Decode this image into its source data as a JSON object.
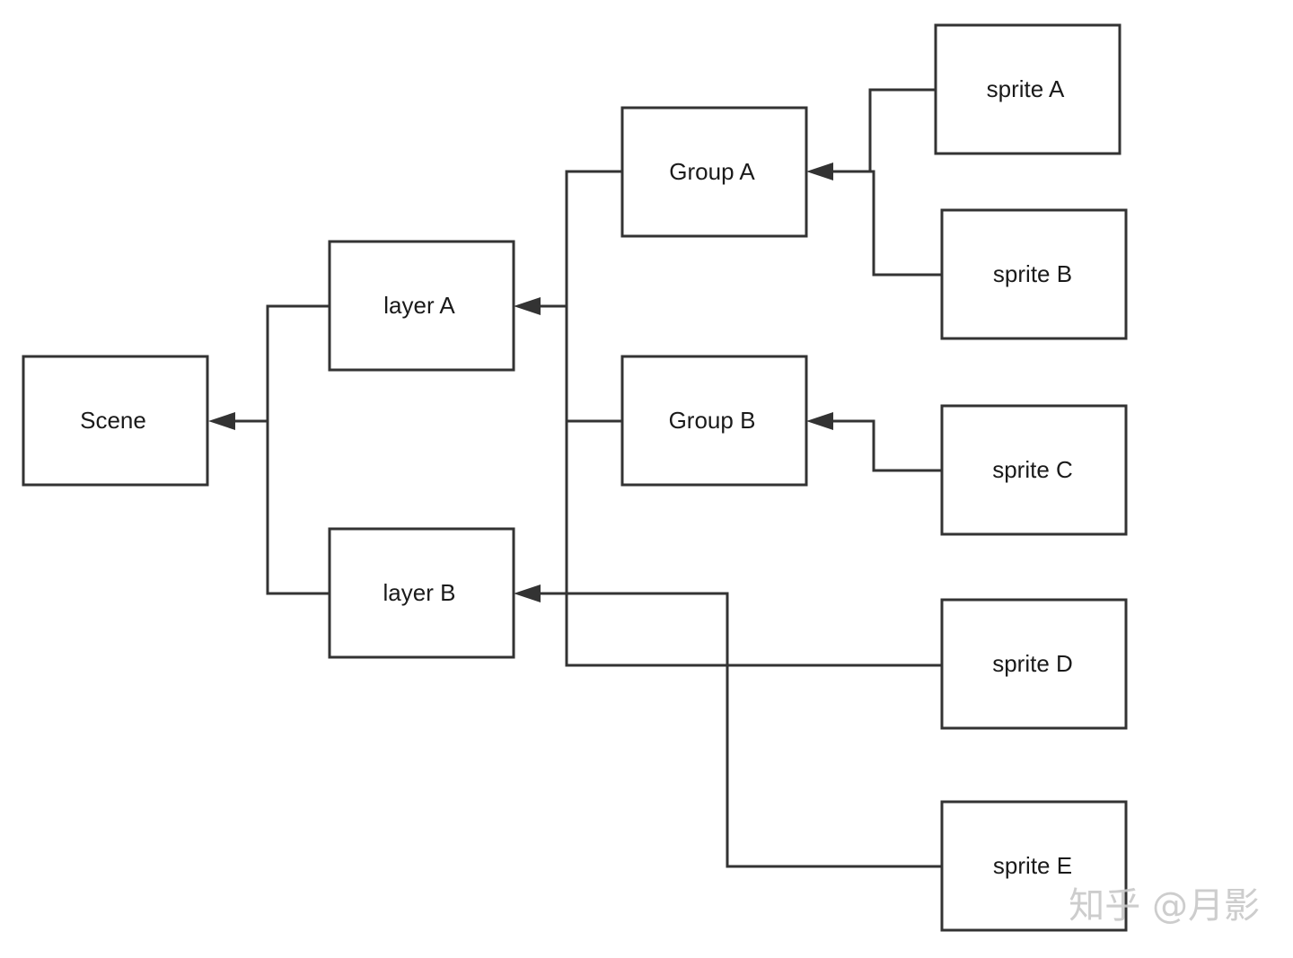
{
  "nodes": {
    "scene": "Scene",
    "layer_a": "layer A",
    "layer_b": "layer B",
    "group_a": "Group A",
    "group_b": "Group B",
    "sprite_a": "sprite A",
    "sprite_b": "sprite B",
    "sprite_c": "sprite C",
    "sprite_d": "sprite D",
    "sprite_e": "sprite E"
  },
  "edges": [
    {
      "from": "layer A",
      "to": "Scene"
    },
    {
      "from": "layer B",
      "to": "Scene"
    },
    {
      "from": "Group A",
      "to": "layer A"
    },
    {
      "from": "Group B",
      "to": "layer A"
    },
    {
      "from": "sprite D",
      "to": "layer A"
    },
    {
      "from": "sprite A",
      "to": "Group A"
    },
    {
      "from": "sprite B",
      "to": "Group A"
    },
    {
      "from": "sprite C",
      "to": "Group B"
    },
    {
      "from": "sprite E",
      "to": "layer B"
    }
  ],
  "watermark": "知乎 @月影",
  "colors": {
    "stroke": "#333333",
    "background": "#ffffff",
    "text": "#1a1a1a"
  }
}
